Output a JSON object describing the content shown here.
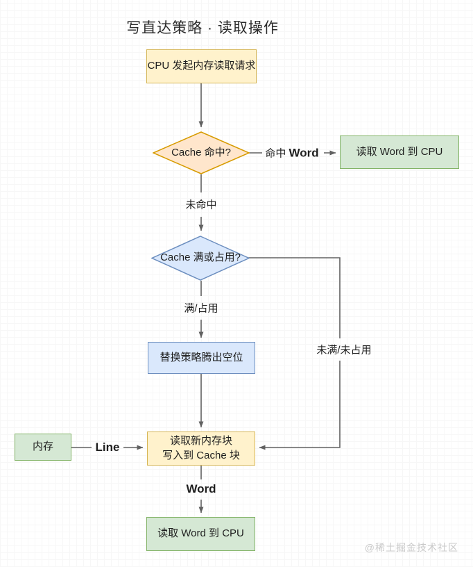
{
  "title": "写直达策略 · 读取操作",
  "watermark": "@稀土掘金技术社区",
  "colors": {
    "yellow_fill": "#fff2cc",
    "yellow_border": "#d6b656",
    "orange_fill": "#ffe6cc",
    "orange_border": "#d79b00",
    "blue_fill": "#dae8fc",
    "blue_border": "#6c8ebf",
    "green_fill": "#d5e8d4",
    "green_border": "#82b366",
    "arrow": "#616161"
  },
  "nodes": {
    "start": "CPU 发起内存读取请求",
    "hit_decision": "Cache 命中?",
    "read_word_hit": "读取 Word 到 CPU",
    "full_decision": "Cache 满或占用?",
    "replace": "替换策略腾出空位",
    "memory": "内存",
    "read_block_l1": "读取新内存块",
    "read_block_l2": "写入到 Cache 块",
    "read_word_end": "读取 Word 到 CPU"
  },
  "edges": {
    "hit": "命中",
    "hit_word": "Word",
    "miss": "未命中",
    "full": "满/占用",
    "not_full": "未满/未占用",
    "line": "Line",
    "word": "Word"
  }
}
